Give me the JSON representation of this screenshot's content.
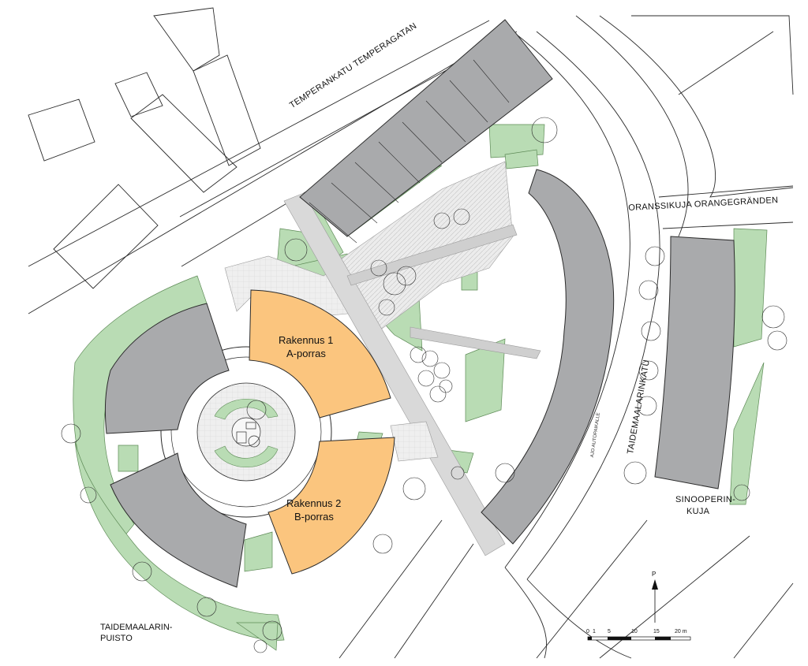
{
  "map": {
    "labels": {
      "temperankatu": "TEMPERANKATU TEMPERAGATAN",
      "oranssikuja": "ORANSSIKUJA ORANGEGRÄNDEN",
      "taidemaalarinkatu": "TAIDEMAALARINKATU",
      "sinooperinkuja_1": "SINOOPERIN-",
      "sinooperinkuja_2": "KUJA",
      "puisto_1": "TAIDEMAALARIN-",
      "puisto_2": "PUISTO",
      "rak1_line1": "Rakennus 1",
      "rak1_line2": "A-porras",
      "rak2_line1": "Rakennus 2",
      "rak2_line2": "B-porras",
      "ajo_autopaikalle": "AJO AUTOPAIKALLE"
    },
    "north_label": "P",
    "scale": {
      "ticks": [
        "0",
        "1",
        "5",
        "10",
        "15",
        "20 m"
      ]
    },
    "colors": {
      "building_gray": "#a9aaac",
      "highlight_orange": "#fbc57e",
      "green_area": "#b9dcb4",
      "paving": "#e6e6e6",
      "line": "#2b2b2b"
    }
  }
}
